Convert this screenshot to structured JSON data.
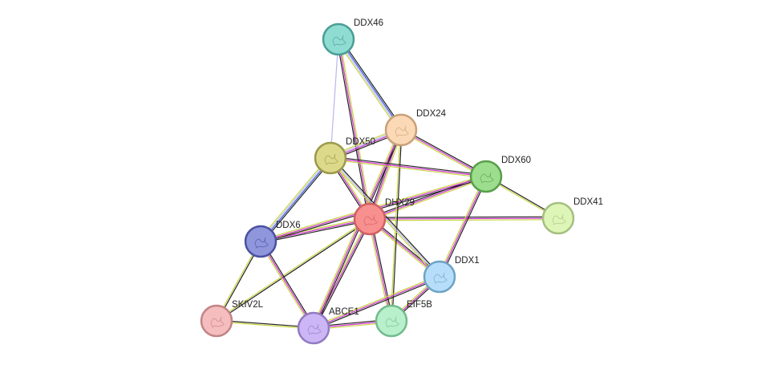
{
  "network": {
    "nodes": [
      {
        "id": "DHX29",
        "label": "DHX29",
        "fill": "#f99090",
        "stroke": "#d06060"
      },
      {
        "id": "DDX46",
        "label": "DDX46",
        "fill": "#8fdcd3",
        "stroke": "#4a9e95"
      },
      {
        "id": "DDX24",
        "label": "DDX24",
        "fill": "#fcd9b6",
        "stroke": "#c9a178"
      },
      {
        "id": "DDX50",
        "label": "DDX50",
        "fill": "#dcd98a",
        "stroke": "#9c9a4a"
      },
      {
        "id": "DDX60",
        "label": "DDX60",
        "fill": "#9ddd8e",
        "stroke": "#5a9e4c"
      },
      {
        "id": "DDX41",
        "label": "DDX41",
        "fill": "#def5b8",
        "stroke": "#a5bf80"
      },
      {
        "id": "DDX6",
        "label": "DDX6",
        "fill": "#8f96dc",
        "stroke": "#4a52a0"
      },
      {
        "id": "DDX1",
        "label": "DDX1",
        "fill": "#b6defa",
        "stroke": "#6fa3c3"
      },
      {
        "id": "SKIV2L",
        "label": "SKIV2L",
        "fill": "#f5bdbd",
        "stroke": "#c28585"
      },
      {
        "id": "ABCE1",
        "label": "ABCE1",
        "fill": "#cdb6f5",
        "stroke": "#917bc0"
      },
      {
        "id": "EIF5B",
        "label": "EIF5B",
        "fill": "#b8f0cc",
        "stroke": "#74bb8d"
      }
    ],
    "edge_colors": {
      "coexpression": "#222222",
      "experiments": "#cc33cc",
      "databases": "#3355dd",
      "textmining": "#c8d440",
      "homology": "#b8b8ee"
    },
    "edges": [
      {
        "source": "DHX29",
        "target": "DDX46",
        "types": [
          "coexpression",
          "experiments",
          "textmining"
        ]
      },
      {
        "source": "DHX29",
        "target": "DDX24",
        "types": [
          "coexpression",
          "experiments",
          "textmining"
        ]
      },
      {
        "source": "DHX29",
        "target": "DDX50",
        "types": [
          "coexpression",
          "experiments",
          "textmining"
        ]
      },
      {
        "source": "DHX29",
        "target": "DDX60",
        "types": [
          "coexpression",
          "experiments",
          "textmining"
        ]
      },
      {
        "source": "DHX29",
        "target": "DDX41",
        "types": [
          "coexpression",
          "experiments",
          "textmining"
        ]
      },
      {
        "source": "DHX29",
        "target": "DDX6",
        "types": [
          "coexpression",
          "experiments",
          "textmining"
        ]
      },
      {
        "source": "DHX29",
        "target": "DDX1",
        "types": [
          "coexpression",
          "experiments",
          "textmining"
        ]
      },
      {
        "source": "DHX29",
        "target": "SKIV2L",
        "types": [
          "coexpression",
          "textmining"
        ]
      },
      {
        "source": "DHX29",
        "target": "ABCE1",
        "types": [
          "coexpression",
          "experiments",
          "textmining"
        ]
      },
      {
        "source": "DHX29",
        "target": "EIF5B",
        "types": [
          "coexpression",
          "experiments",
          "textmining"
        ]
      },
      {
        "source": "DDX46",
        "target": "DDX24",
        "types": [
          "coexpression",
          "databases",
          "homology",
          "textmining"
        ]
      },
      {
        "source": "DDX46",
        "target": "DDX50",
        "types": [
          "homology"
        ]
      },
      {
        "source": "DDX24",
        "target": "DDX50",
        "types": [
          "coexpression",
          "experiments",
          "homology",
          "textmining"
        ]
      },
      {
        "source": "DDX24",
        "target": "DDX60",
        "types": [
          "coexpression",
          "experiments",
          "textmining"
        ]
      },
      {
        "source": "DDX24",
        "target": "ABCE1",
        "types": [
          "coexpression",
          "experiments",
          "textmining"
        ]
      },
      {
        "source": "DDX24",
        "target": "EIF5B",
        "types": [
          "coexpression",
          "textmining"
        ]
      },
      {
        "source": "DDX50",
        "target": "DDX60",
        "types": [
          "coexpression",
          "experiments",
          "textmining"
        ]
      },
      {
        "source": "DDX50",
        "target": "DDX6",
        "types": [
          "coexpression",
          "databases",
          "homology",
          "textmining"
        ]
      },
      {
        "source": "DDX50",
        "target": "DDX1",
        "types": [
          "coexpression",
          "homology",
          "textmining"
        ]
      },
      {
        "source": "DDX60",
        "target": "DDX41",
        "types": [
          "coexpression",
          "textmining"
        ]
      },
      {
        "source": "DDX60",
        "target": "DDX6",
        "types": [
          "coexpression",
          "experiments",
          "textmining"
        ]
      },
      {
        "source": "DDX60",
        "target": "DDX1",
        "types": [
          "coexpression",
          "experiments",
          "textmining"
        ]
      },
      {
        "source": "DDX6",
        "target": "SKIV2L",
        "types": [
          "coexpression",
          "textmining"
        ]
      },
      {
        "source": "DDX6",
        "target": "ABCE1",
        "types": [
          "coexpression",
          "experiments",
          "textmining"
        ]
      },
      {
        "source": "DDX1",
        "target": "ABCE1",
        "types": [
          "coexpression",
          "experiments",
          "textmining"
        ]
      },
      {
        "source": "DDX1",
        "target": "EIF5B",
        "types": [
          "coexpression",
          "experiments",
          "textmining"
        ]
      },
      {
        "source": "SKIV2L",
        "target": "ABCE1",
        "types": [
          "coexpression",
          "textmining"
        ]
      },
      {
        "source": "ABCE1",
        "target": "EIF5B",
        "types": [
          "coexpression",
          "experiments",
          "textmining"
        ]
      }
    ]
  }
}
